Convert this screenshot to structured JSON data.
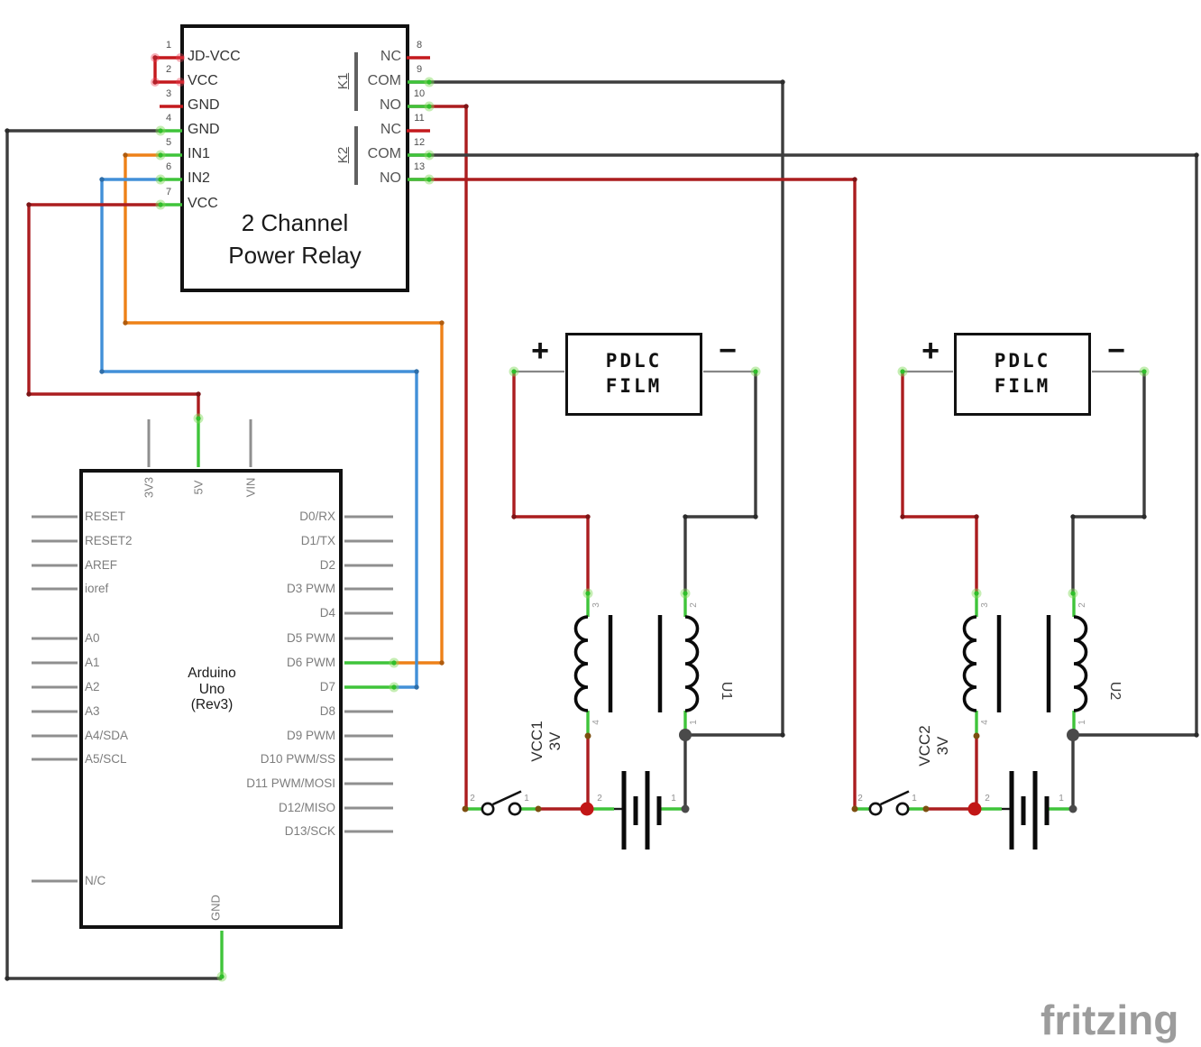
{
  "colors": {
    "wire_red": "#ab1d1f",
    "wire_black": "#3d3d3d",
    "wire_orange": "#ee8118",
    "wire_blue": "#4290d8",
    "pin_connected_green": "#3fc43a",
    "pin_unconnected_red": "#c4191d",
    "stub_gray": "#8f8f8f",
    "junction_red": "#c21616",
    "junction_dark": "#4a4a4a",
    "junction_brown": "#7c4e10",
    "watermark_gray": "#9c9c9c"
  },
  "relay": {
    "title1": "2 Channel",
    "title2": "Power Relay",
    "left_pins": [
      {
        "num": "1",
        "label": "JD-VCC"
      },
      {
        "num": "2",
        "label": "VCC"
      },
      {
        "num": "3",
        "label": "GND"
      },
      {
        "num": "4",
        "label": "GND"
      },
      {
        "num": "5",
        "label": "IN1"
      },
      {
        "num": "6",
        "label": "IN2"
      },
      {
        "num": "7",
        "label": "VCC"
      }
    ],
    "right_pins": [
      {
        "num": "8",
        "label": "NC"
      },
      {
        "num": "9",
        "label": "COM"
      },
      {
        "num": "10",
        "label": "NO"
      },
      {
        "num": "11",
        "label": "NC"
      },
      {
        "num": "12",
        "label": "COM"
      },
      {
        "num": "13",
        "label": "NO"
      }
    ],
    "groups": [
      {
        "label": "K1"
      },
      {
        "label": "K2"
      }
    ]
  },
  "arduino": {
    "title1": "Arduino",
    "title2": "Uno",
    "title3": "(Rev3)",
    "top_pins": [
      "3V3",
      "5V",
      "VIN"
    ],
    "left_pins": [
      "RESET",
      "RESET2",
      "AREF",
      "ioref",
      "A0",
      "A1",
      "A2",
      "A3",
      "A4/SDA",
      "A5/SCL",
      "N/C"
    ],
    "right_pins": [
      "D0/RX",
      "D1/TX",
      "D2",
      "D3 PWM",
      "D4",
      "D5 PWM",
      "D6 PWM",
      "D7",
      "D8",
      "D9 PWM",
      "D10 PWM/SS",
      "D11 PWM/MOSI",
      "D12/MISO",
      "D13/SCK"
    ],
    "bottom_pin": "GND"
  },
  "films": [
    {
      "plus": "+",
      "minus": "−",
      "line1": "PDLC",
      "line2": "FILM"
    },
    {
      "plus": "+",
      "minus": "−",
      "line1": "PDLC",
      "line2": "FILM"
    }
  ],
  "transformers": [
    {
      "name": "U1",
      "pin_numbers": [
        "3",
        "4",
        "2",
        "1"
      ]
    },
    {
      "name": "U2",
      "pin_numbers": [
        "3",
        "4",
        "2",
        "1"
      ]
    }
  ],
  "supplies": [
    {
      "name": "VCC1",
      "voltage": "3V",
      "switch_pin_numbers": [
        "2",
        "1"
      ],
      "battery_pin_numbers": [
        "2",
        "1"
      ]
    },
    {
      "name": "VCC2",
      "voltage": "3V",
      "switch_pin_numbers": [
        "2",
        "1"
      ],
      "battery_pin_numbers": [
        "2",
        "1"
      ]
    }
  ],
  "watermark": "fritzing"
}
